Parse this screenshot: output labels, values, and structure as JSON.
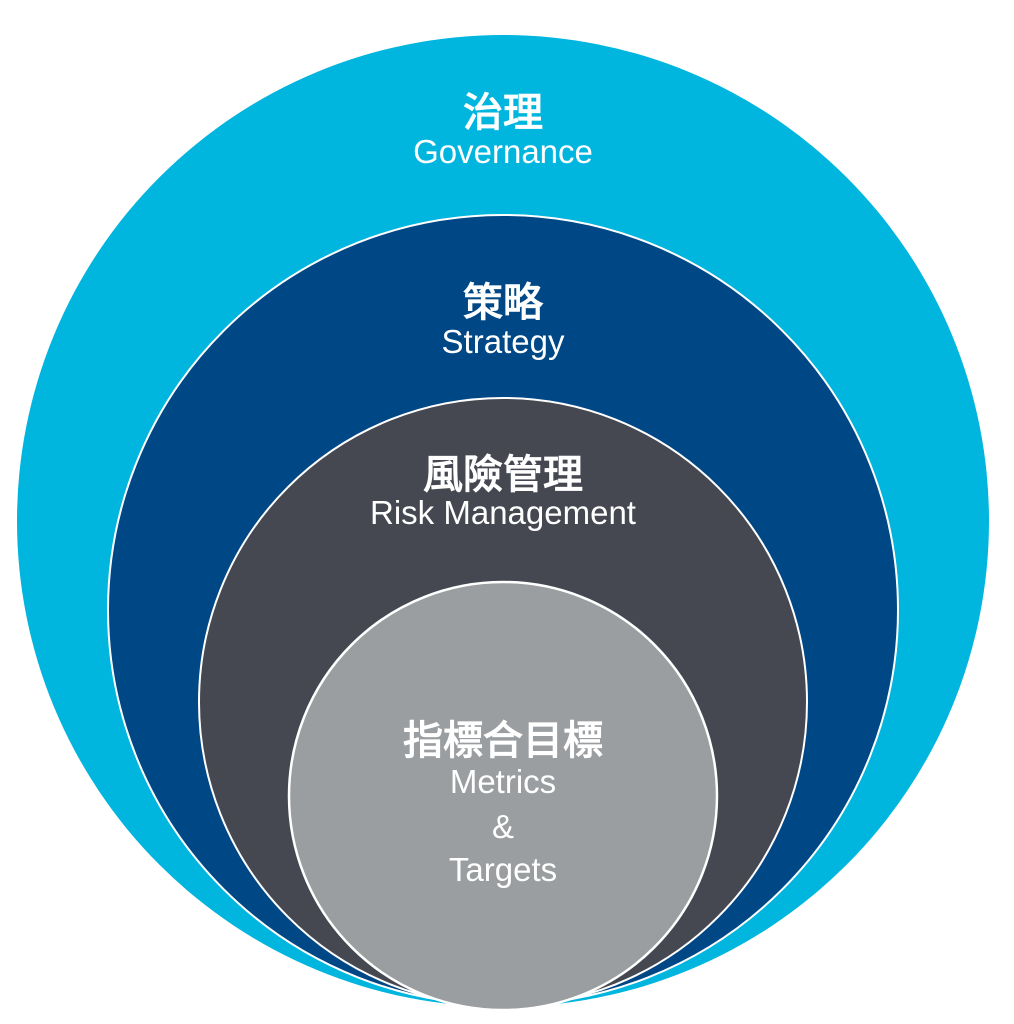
{
  "colors": {
    "governance": "#00b5de",
    "strategy": "#004785",
    "risk": "#464851",
    "metrics": "#9a9ea0",
    "border": "#ffffff"
  },
  "layers": [
    {
      "zh": "治理",
      "en": "Governance"
    },
    {
      "zh": "策略",
      "en": "Strategy"
    },
    {
      "zh": "風險管理",
      "en": "Risk Management"
    },
    {
      "zh": "指標合目標",
      "en_lines": [
        "Metrics",
        "&",
        "Targets"
      ]
    }
  ]
}
